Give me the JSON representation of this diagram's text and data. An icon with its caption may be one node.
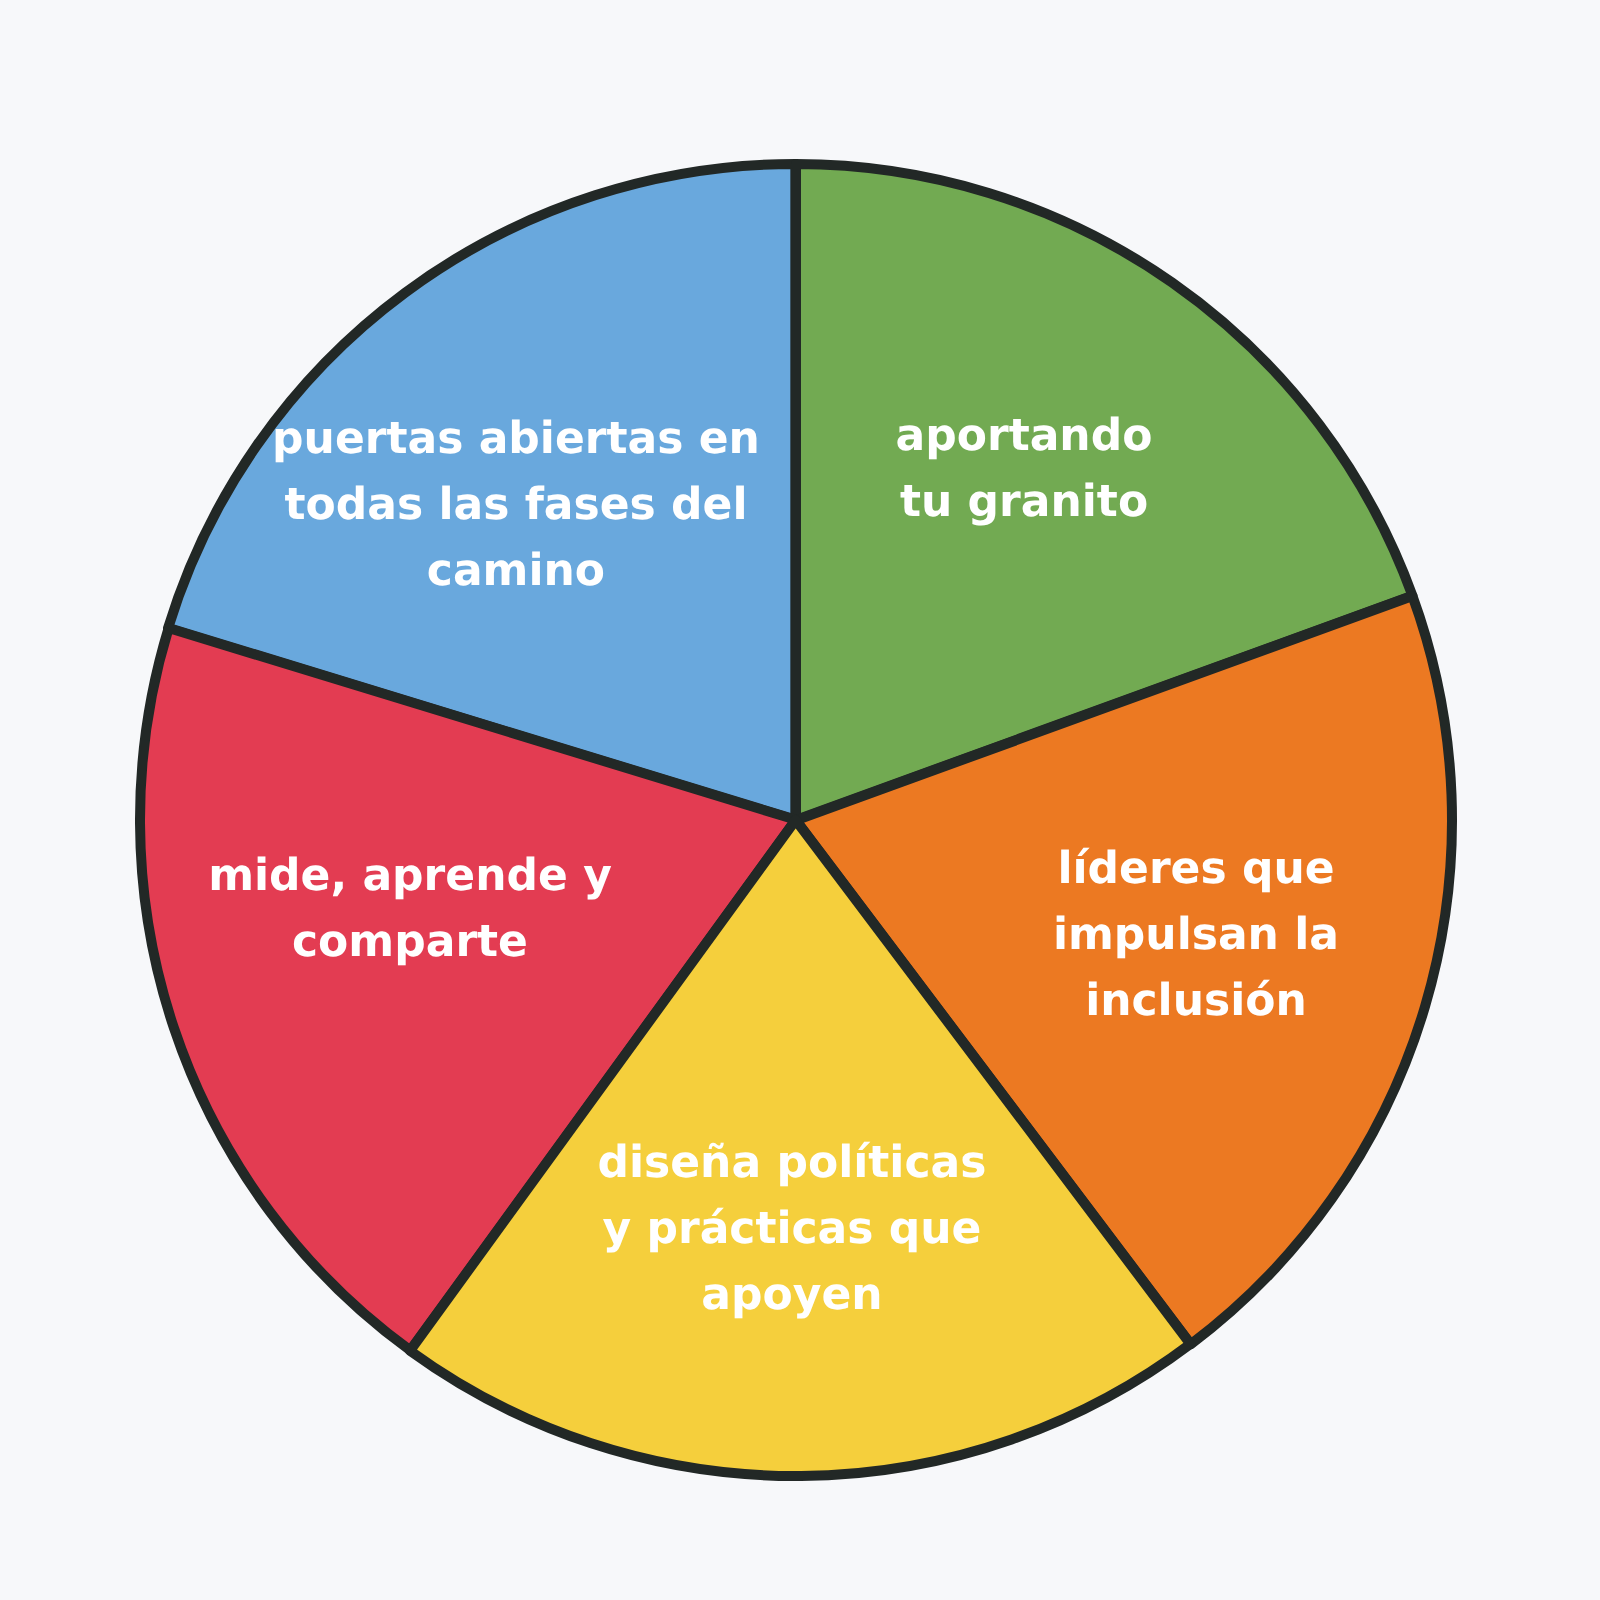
{
  "diagram": {
    "nodes": [
      {
        "text": [
          "puertas abiertas en todas las fases del camino"
        ]
      },
      {
        "text": [
          "aportando tu granito"
        ]
      },
      {
        "text": [
          "mide, aprende y comparte"
        ]
      },
      {
        "text": [
          "líderes que impulsan la inclusión"
        ]
      },
      {
        "text": [
          "diseña políticas y prácticas que apoyen"
        ]
      }
    ]
  }
}
